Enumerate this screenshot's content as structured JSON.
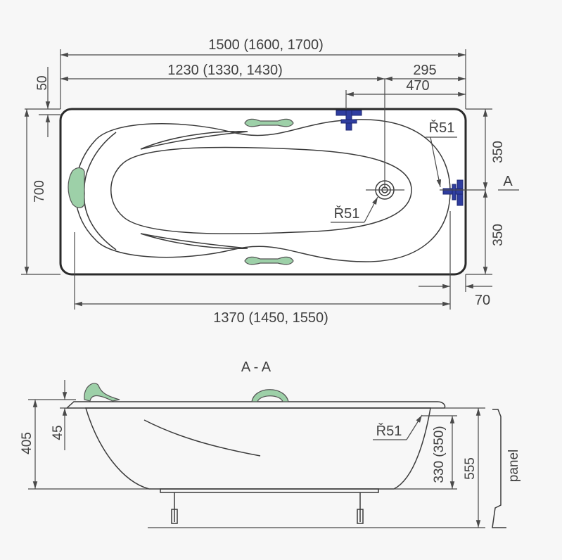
{
  "dimensions": {
    "overall_length": "1500 (1600, 1700)",
    "drain_distance": "1230 (1330, 1430)",
    "tap_offset_295": "295",
    "tap_offset_470": "470",
    "rim_50": "50",
    "width_700": "700",
    "half_width_top": "350",
    "half_width_bottom": "350",
    "inner_length": "1370 (1450, 1550)",
    "rim_70": "70",
    "radius_overflow": "Ř51",
    "radius_drain": "Ř51",
    "section_marker": "A",
    "section_title": "A - A",
    "depth_405": "405",
    "rim_45": "45",
    "radius_section": "Ř51",
    "overflow_height": "330 (350)",
    "total_height": "555",
    "panel_label": "panel"
  },
  "colors": {
    "handle": "#9dd0a8",
    "tap": "#2f3da0",
    "line": "#4a4a4a"
  }
}
